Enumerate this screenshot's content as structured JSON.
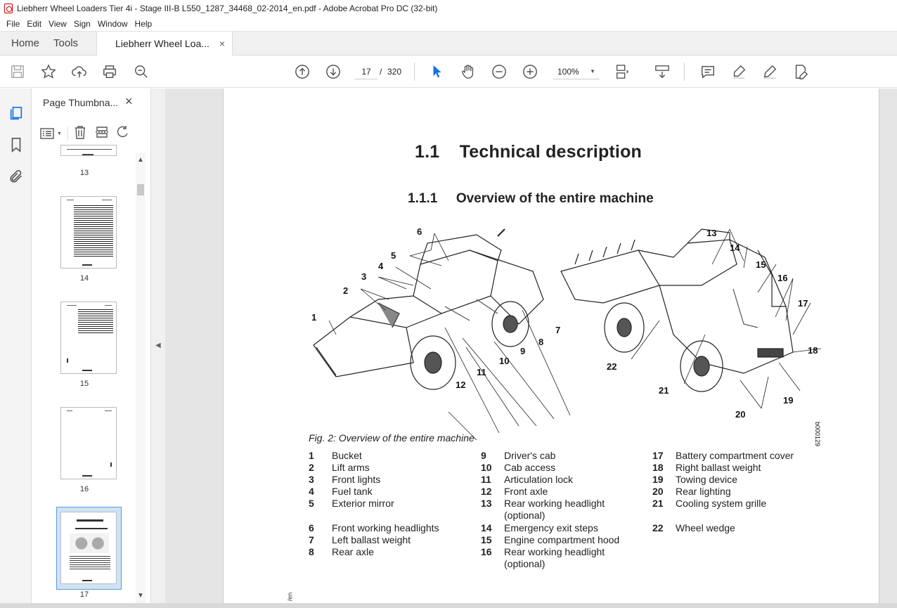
{
  "window": {
    "title": "Liebherr Wheel Loaders Tier 4i - Stage III-B L550_1287_34468_02-2014_en.pdf - Adobe Acrobat Pro DC (32-bit)"
  },
  "menu": [
    "File",
    "Edit",
    "View",
    "Sign",
    "Window",
    "Help"
  ],
  "tabs": {
    "home": "Home",
    "tools": "Tools",
    "doc": "Liebherr Wheel Loa...",
    "close": "×"
  },
  "toolbar": {
    "page_current": "17",
    "page_sep": "/",
    "page_total": "320",
    "zoom": "100%"
  },
  "panel": {
    "title": "Page Thumbna...",
    "close": "×",
    "thumbs": [
      {
        "num": "13"
      },
      {
        "num": "14"
      },
      {
        "num": "15"
      },
      {
        "num": "16"
      },
      {
        "num": "17"
      }
    ]
  },
  "page": {
    "heading1_num": "1.1",
    "heading1_text": "Technical description",
    "heading2_num": "1.1.1",
    "heading2_text": "Overview of the entire machine",
    "fig_caption": "Fig. 2: Overview of the entire machine",
    "fig_code": "b000129",
    "side_text": "/en",
    "callouts": [
      "1",
      "2",
      "3",
      "4",
      "5",
      "6",
      "7",
      "8",
      "9",
      "10",
      "11",
      "12",
      "13",
      "14",
      "15",
      "16",
      "17",
      "18",
      "19",
      "20",
      "21",
      "22"
    ],
    "legend_col1": [
      {
        "n": "1",
        "t": "Bucket"
      },
      {
        "n": "2",
        "t": "Lift arms"
      },
      {
        "n": "3",
        "t": "Front lights"
      },
      {
        "n": "4",
        "t": "Fuel tank"
      },
      {
        "n": "5",
        "t": "Exterior mirror"
      },
      {
        "n": "6",
        "t": "Front working headlights"
      },
      {
        "n": "7",
        "t": "Left ballast weight"
      },
      {
        "n": "8",
        "t": "Rear axle"
      }
    ],
    "legend_col2": [
      {
        "n": "9",
        "t": "Driver's cab"
      },
      {
        "n": "10",
        "t": "Cab access"
      },
      {
        "n": "11",
        "t": "Articulation lock"
      },
      {
        "n": "12",
        "t": "Front axle"
      },
      {
        "n": "13",
        "t": "Rear working headlight",
        "t2": "(optional)"
      },
      {
        "n": "14",
        "t": "Emergency exit steps"
      },
      {
        "n": "15",
        "t": "Engine compartment hood"
      },
      {
        "n": "16",
        "t": "Rear working headlight",
        "t2": "(optional)"
      }
    ],
    "legend_col3": [
      {
        "n": "17",
        "t": "Battery compartment cover"
      },
      {
        "n": "18",
        "t": "Right ballast weight"
      },
      {
        "n": "19",
        "t": "Towing device"
      },
      {
        "n": "20",
        "t": "Rear lighting"
      },
      {
        "n": "21",
        "t": "Cooling system grille"
      },
      {
        "n": "22",
        "t": "Wheel wedge"
      }
    ]
  }
}
